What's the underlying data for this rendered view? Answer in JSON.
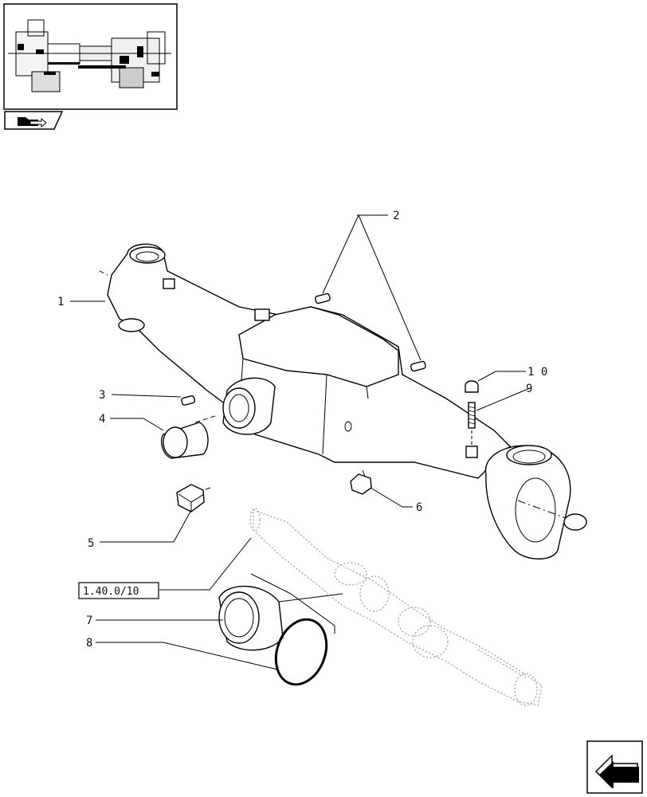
{
  "diagram": {
    "reference_box": "1.40.0/10",
    "callouts": [
      {
        "id": "callout-1",
        "label": "1"
      },
      {
        "id": "callout-2",
        "label": "2"
      },
      {
        "id": "callout-3",
        "label": "3"
      },
      {
        "id": "callout-4",
        "label": "4"
      },
      {
        "id": "callout-5",
        "label": "5"
      },
      {
        "id": "callout-6",
        "label": "6"
      },
      {
        "id": "callout-7",
        "label": "7"
      },
      {
        "id": "callout-8",
        "label": "8"
      },
      {
        "id": "callout-9",
        "label": "9"
      },
      {
        "id": "callout-10",
        "label": "1 0"
      }
    ]
  },
  "icons": {
    "thumbnail": "axle-assembly-thumbnail",
    "section_tab": "folder-arrow-icon",
    "nav": "previous-page-arrow-icon"
  }
}
